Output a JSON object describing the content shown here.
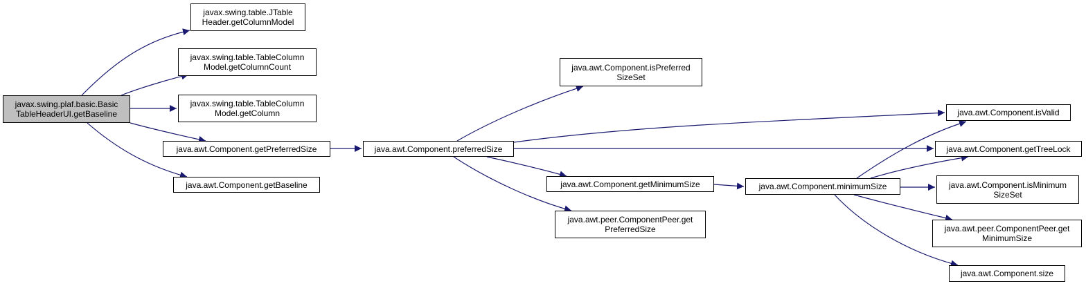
{
  "colors": {
    "edge": "#191970",
    "root_fill": "#bfbfbf",
    "node_fill": "#ffffff",
    "border": "#000000"
  },
  "nodes": {
    "root": {
      "label": "javax.swing.plaf.basic.Basic\nTableHeaderUI.getBaseline"
    },
    "jtableheader_getcolumnmodel": {
      "label": "javax.swing.table.JTable\nHeader.getColumnModel"
    },
    "tablecolumnmodel_getcolumncount": {
      "label": "javax.swing.table.TableColumn\nModel.getColumnCount"
    },
    "tablecolumnmodel_getcolumn": {
      "label": "javax.swing.table.TableColumn\nModel.getColumn"
    },
    "component_getpreferredsize": {
      "label": "java.awt.Component.getPreferredSize"
    },
    "component_getbaseline": {
      "label": "java.awt.Component.getBaseline"
    },
    "component_preferredsize": {
      "label": "java.awt.Component.preferredSize"
    },
    "component_ispreferredsizeset": {
      "label": "java.awt.Component.isPreferred\nSizeSet"
    },
    "component_getminimumsize": {
      "label": "java.awt.Component.getMinimumSize"
    },
    "componentpeer_getpreferredsize": {
      "label": "java.awt.peer.ComponentPeer.get\nPreferredSize"
    },
    "component_minimumsize": {
      "label": "java.awt.Component.minimumSize"
    },
    "component_isvalid": {
      "label": "java.awt.Component.isValid"
    },
    "component_gettreelock": {
      "label": "java.awt.Component.getTreeLock"
    },
    "component_isminimumsizeset": {
      "label": "java.awt.Component.isMinimum\nSizeSet"
    },
    "componentpeer_getminimumsize": {
      "label": "java.awt.peer.ComponentPeer.get\nMinimumSize"
    },
    "component_size": {
      "label": "java.awt.Component.size"
    }
  }
}
